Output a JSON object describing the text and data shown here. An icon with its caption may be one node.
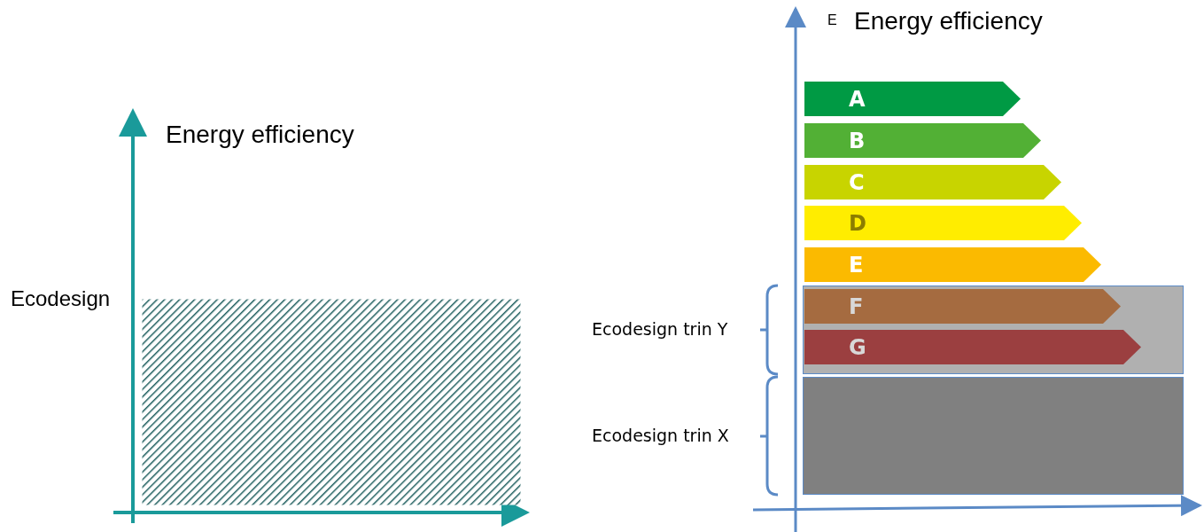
{
  "diagram": {
    "nodes": [
      {
        "text": [],
        "shape": "box"
      },
      {
        "text": [
          "A"
        ]
      },
      {
        "text": [
          "B"
        ]
      },
      {
        "text": [
          "C"
        ]
      },
      {
        "text": [
          "D"
        ]
      },
      {
        "text": [
          "E"
        ]
      },
      {
        "text": [],
        "shape": "box"
      },
      {
        "text": [
          "F"
        ],
        "in": 6
      },
      {
        "text": [
          "G"
        ],
        "in": 6
      },
      {
        "text": [],
        "shape": "box"
      }
    ],
    "edges": [],
    "labels": [
      "E",
      "Energy efficiency",
      "Energy efficiency",
      "Ecodesign",
      "Ecodesign trin Y",
      "Ecodesign trin X"
    ]
  }
}
